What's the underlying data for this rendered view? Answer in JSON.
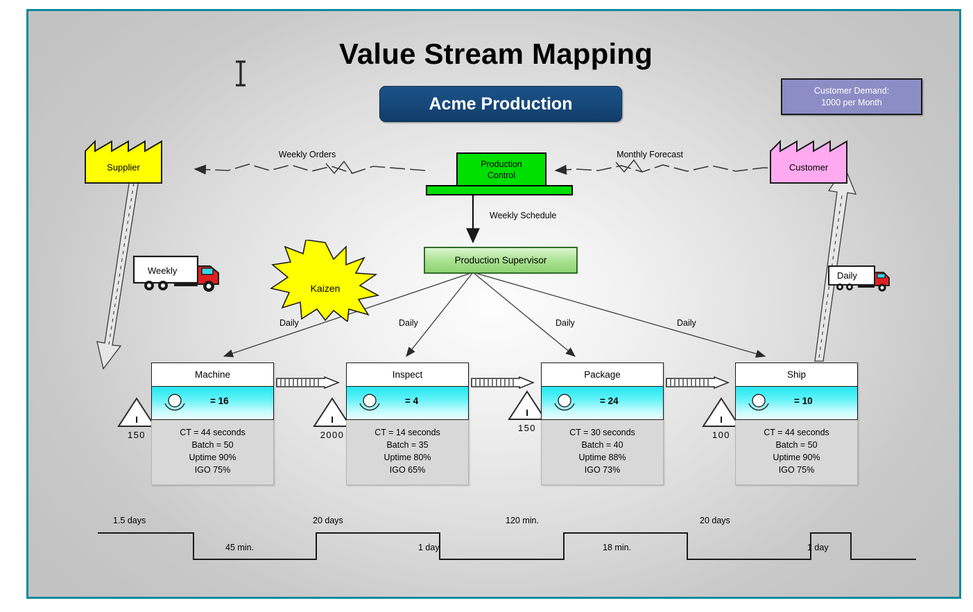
{
  "page": {
    "title": "Value Stream Mapping",
    "subtitle": "Acme Production",
    "border_color": "#0d8a9b",
    "background": "#cdcdcd"
  },
  "demand": {
    "line1": "Customer Demand:",
    "line2": "1000 per Month",
    "fill": "#8d8dc6",
    "text_color": "#ffffff"
  },
  "entities": {
    "supplier": {
      "label": "Supplier",
      "fill": "#ffff00"
    },
    "customer": {
      "label": "Customer",
      "fill": "#ffaaf0"
    },
    "production_control": {
      "line1": "Production",
      "line2": "Control",
      "fill": "#00e000"
    },
    "supervisor": {
      "label": "Production Supervisor",
      "fill": "#a8e08e"
    },
    "kaizen": {
      "label": "Kaizen",
      "fill": "#ffff00"
    }
  },
  "info_flows": {
    "weekly_orders": "Weekly Orders",
    "monthly_forecast": "Monthly Forecast",
    "weekly_schedule": "Weekly Schedule",
    "daily_labels": [
      "Daily",
      "Daily",
      "Daily",
      "Daily"
    ]
  },
  "shipments": {
    "inbound": {
      "label": "Weekly"
    },
    "outbound": {
      "label": "Daily"
    }
  },
  "processes": [
    {
      "name": "Machine",
      "operators": "= 16",
      "ct": "CT = 44 seconds",
      "batch": "Batch = 50",
      "uptime": "Uptime 90%",
      "igo": "IGO 75%"
    },
    {
      "name": "Inspect",
      "operators": "= 4",
      "ct": "CT = 14 seconds",
      "batch": "Batch = 35",
      "uptime": "Uptime 80%",
      "igo": "IGO 65%"
    },
    {
      "name": "Package",
      "operators": "= 24",
      "ct": "CT = 30 seconds",
      "batch": "Batch = 40",
      "uptime": "Uptime 88%",
      "igo": "IGO 73%"
    },
    {
      "name": "Ship",
      "operators": "= 10",
      "ct": "CT = 44 seconds",
      "batch": "Batch = 50",
      "uptime": "Uptime 90%",
      "igo": "IGO 75%"
    }
  ],
  "inventories": [
    {
      "symbol": "I",
      "qty": "150"
    },
    {
      "symbol": "I",
      "qty": "2000"
    },
    {
      "symbol": "I",
      "qty": "150"
    },
    {
      "symbol": "I",
      "qty": "100"
    }
  ],
  "timeline": {
    "lead_times": [
      "1.5 days",
      "20 days",
      "120 min.",
      "20 days"
    ],
    "process_times": [
      "45 min.",
      "1 day",
      "18 min.",
      "1 day"
    ]
  },
  "chart_data": {
    "type": "table",
    "title": "Value Stream Mapping - Acme Production",
    "categories": [
      "Machine",
      "Inspect",
      "Package",
      "Ship"
    ],
    "series": [
      {
        "name": "Operators",
        "values": [
          16,
          4,
          24,
          10
        ]
      },
      {
        "name": "Cycle Time (seconds)",
        "values": [
          44,
          14,
          30,
          44
        ]
      },
      {
        "name": "Batch",
        "values": [
          50,
          35,
          40,
          50
        ]
      },
      {
        "name": "Uptime (%)",
        "values": [
          90,
          80,
          88,
          90
        ]
      },
      {
        "name": "IGO (%)",
        "values": [
          75,
          65,
          73,
          75
        ]
      },
      {
        "name": "Inventory Before (units)",
        "values": [
          150,
          2000,
          150,
          100
        ]
      }
    ],
    "timeline_lead_times": [
      "1.5 days",
      "20 days",
      "120 min.",
      "20 days"
    ],
    "timeline_process_times": [
      "45 min.",
      "1 day",
      "18 min.",
      "1 day"
    ],
    "customer_demand": "1000 per Month"
  }
}
